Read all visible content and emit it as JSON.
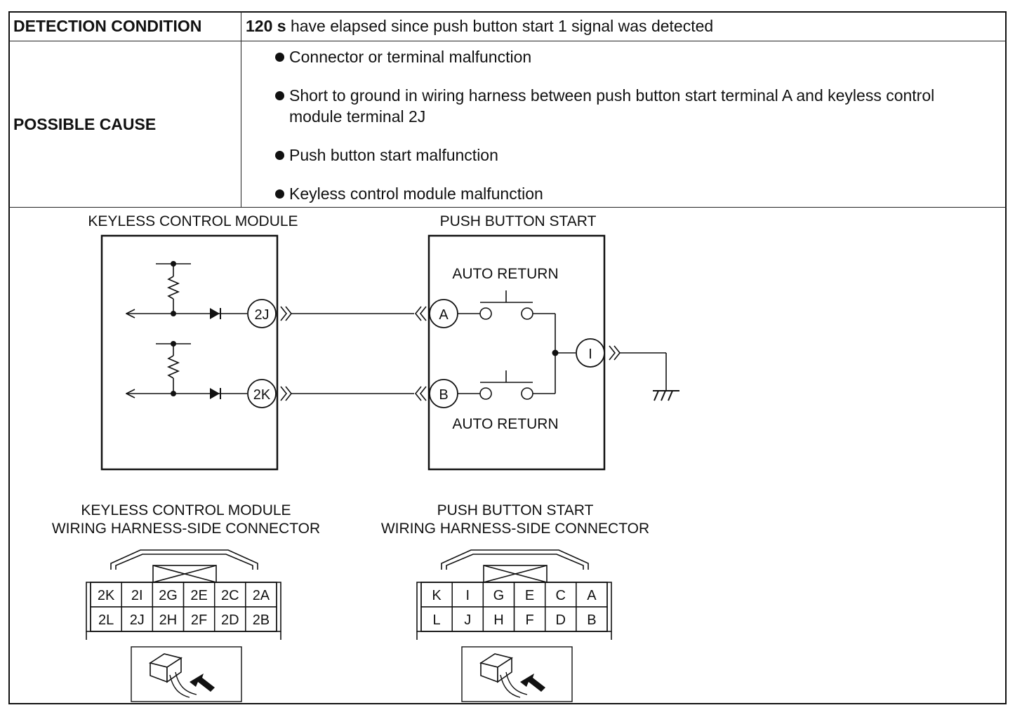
{
  "table": {
    "detection_condition_label": "DETECTION CONDITION",
    "detection_value_bold": "120 s",
    "detection_value_rest": " have elapsed since push button start 1 signal was detected",
    "possible_cause_label": "POSSIBLE CAUSE",
    "causes": [
      "Connector or terminal malfunction",
      "Short to ground in wiring harness between push button start terminal A and keyless control module terminal 2J",
      "Push button start malfunction",
      "Keyless control module malfunction"
    ]
  },
  "diagram": {
    "module_title": "KEYLESS CONTROL MODULE",
    "switch_title": "PUSH BUTTON START",
    "auto_return_top": "AUTO RETURN",
    "auto_return_bottom": "AUTO RETURN",
    "terminals": {
      "t2j": "2J",
      "t2k": "2K",
      "ta": "A",
      "tb": "B",
      "ti": "I"
    },
    "connector_left_title_1": "KEYLESS CONTROL MODULE",
    "connector_left_title_2": "WIRING HARNESS-SIDE CONNECTOR",
    "connector_right_title_1": "PUSH BUTTON START",
    "connector_right_title_2": "WIRING HARNESS-SIDE CONNECTOR",
    "left_pins_top": [
      "2K",
      "2I",
      "2G",
      "2E",
      "2C",
      "2A"
    ],
    "left_pins_bottom": [
      "2L",
      "2J",
      "2H",
      "2F",
      "2D",
      "2B"
    ],
    "right_pins_top": [
      "K",
      "I",
      "G",
      "E",
      "C",
      "A"
    ],
    "right_pins_bottom": [
      "L",
      "J",
      "H",
      "F",
      "D",
      "B"
    ]
  }
}
